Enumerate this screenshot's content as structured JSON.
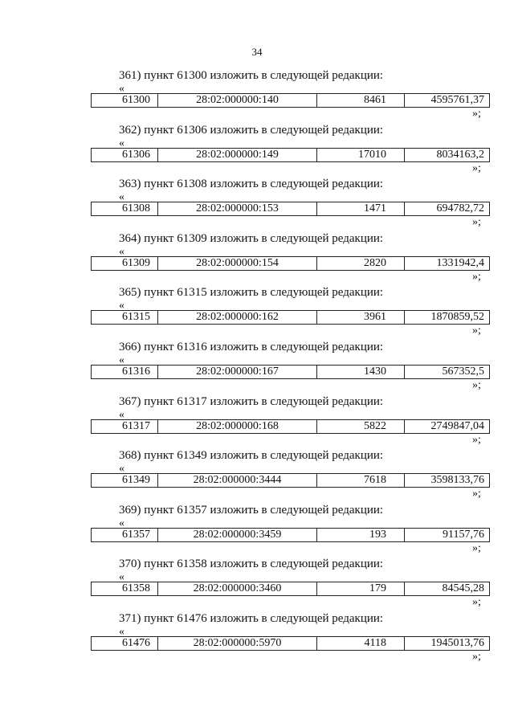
{
  "page_number": "34",
  "open_quote": "«",
  "close_quote": "»;",
  "entries": [
    {
      "heading": "361) пункт 61300 изложить в следующей редакции:",
      "point": "61300",
      "cadastral": "28:02:000000:140",
      "area": "8461",
      "value": "4595761,37"
    },
    {
      "heading": "362) пункт 61306 изложить в следующей редакции:",
      "point": "61306",
      "cadastral": "28:02:000000:149",
      "area": "17010",
      "value": "8034163,2"
    },
    {
      "heading": "363) пункт 61308 изложить в следующей редакции:",
      "point": "61308",
      "cadastral": "28:02:000000:153",
      "area": "1471",
      "value": "694782,72"
    },
    {
      "heading": "364) пункт 61309 изложить в следующей редакции:",
      "point": "61309",
      "cadastral": "28:02:000000:154",
      "area": "2820",
      "value": "1331942,4"
    },
    {
      "heading": "365) пункт 61315 изложить в следующей редакции:",
      "point": "61315",
      "cadastral": "28:02:000000:162",
      "area": "3961",
      "value": "1870859,52"
    },
    {
      "heading": "366) пункт 61316 изложить в следующей редакции:",
      "point": "61316",
      "cadastral": "28:02:000000:167",
      "area": "1430",
      "value": "567352,5"
    },
    {
      "heading": "367) пункт 61317 изложить в следующей редакции:",
      "point": "61317",
      "cadastral": "28:02:000000:168",
      "area": "5822",
      "value": "2749847,04"
    },
    {
      "heading": "368) пункт 61349 изложить в следующей редакции:",
      "point": "61349",
      "cadastral": "28:02:000000:3444",
      "area": "7618",
      "value": "3598133,76"
    },
    {
      "heading": "369) пункт 61357 изложить в следующей редакции:",
      "point": "61357",
      "cadastral": "28:02:000000:3459",
      "area": "193",
      "value": "91157,76"
    },
    {
      "heading": "370) пункт 61358 изложить в следующей редакции:",
      "point": "61358",
      "cadastral": "28:02:000000:3460",
      "area": "179",
      "value": "84545,28"
    },
    {
      "heading": "371) пункт 61476 изложить в следующей редакции:",
      "point": "61476",
      "cadastral": "28:02:000000:5970",
      "area": "4118",
      "value": "1945013,76"
    }
  ]
}
